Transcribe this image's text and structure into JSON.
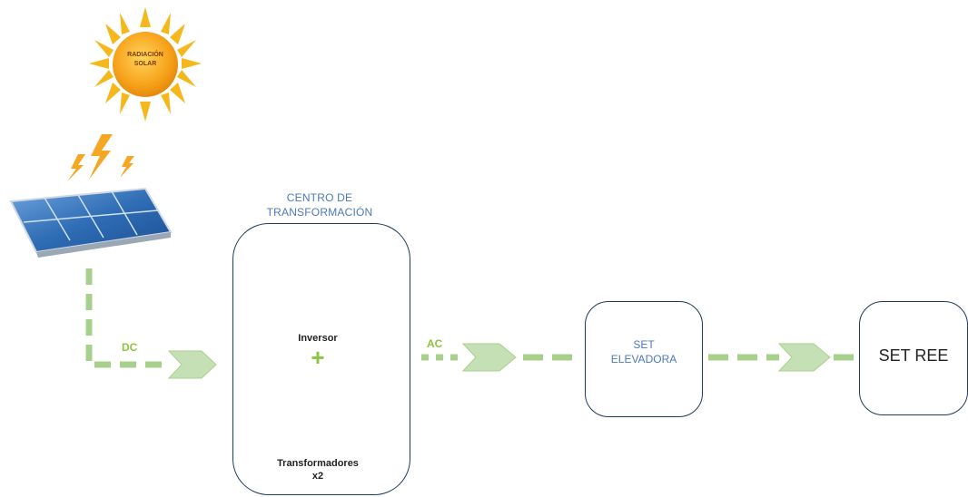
{
  "sun": {
    "label_line1": "RADIACIÓN",
    "label_line2": "SOLAR"
  },
  "centro": {
    "title_line1": "CENTRO DE",
    "title_line2": "TRANSFORMACIÓN"
  },
  "inversor": {
    "label": "Inversor"
  },
  "plus_symbol": "+",
  "transformadores": {
    "label_line1": "Transformadores",
    "label_line2": "x2"
  },
  "flows": {
    "dc": "DC",
    "ac": "AC"
  },
  "set_elevadora": {
    "line1": "SET",
    "line2": "ELEVADORA"
  },
  "set_ree": {
    "label": "SET REE"
  },
  "colors": {
    "flow_green": "#a8d08d",
    "sun_orange": "#f5a623",
    "panel_blue": "#2f6db5",
    "box_border": "#1f3a5f",
    "title_blue": "#4d79b8"
  }
}
